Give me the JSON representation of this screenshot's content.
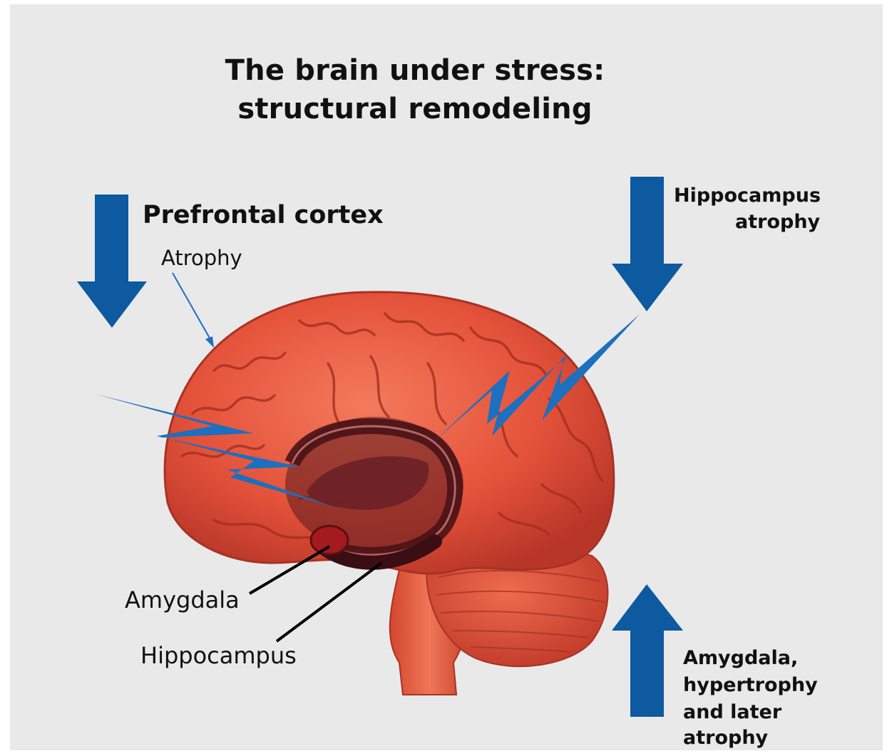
{
  "title": {
    "line1": "The brain under stress:",
    "line2": "structural remodeling"
  },
  "labels": {
    "prefrontal_cortex": "Prefrontal cortex",
    "atrophy": "Atrophy",
    "hippocampus_atrophy_line1": "Hippocampus",
    "hippocampus_atrophy_line2": "atrophy",
    "amygdala": "Amygdala",
    "hippocampus": "Hippocampus",
    "amygdala_change_line1": "Amygdala,",
    "amygdala_change_line2": "hypertrophy",
    "amygdala_change_line3": "and later",
    "amygdala_change_line4": "atrophy"
  },
  "colors": {
    "background": "#e9e9e9",
    "arrow_blue": "#0d5aa0",
    "brain_red": "#e8583a",
    "limbic_dark": "#5a1a1e"
  }
}
